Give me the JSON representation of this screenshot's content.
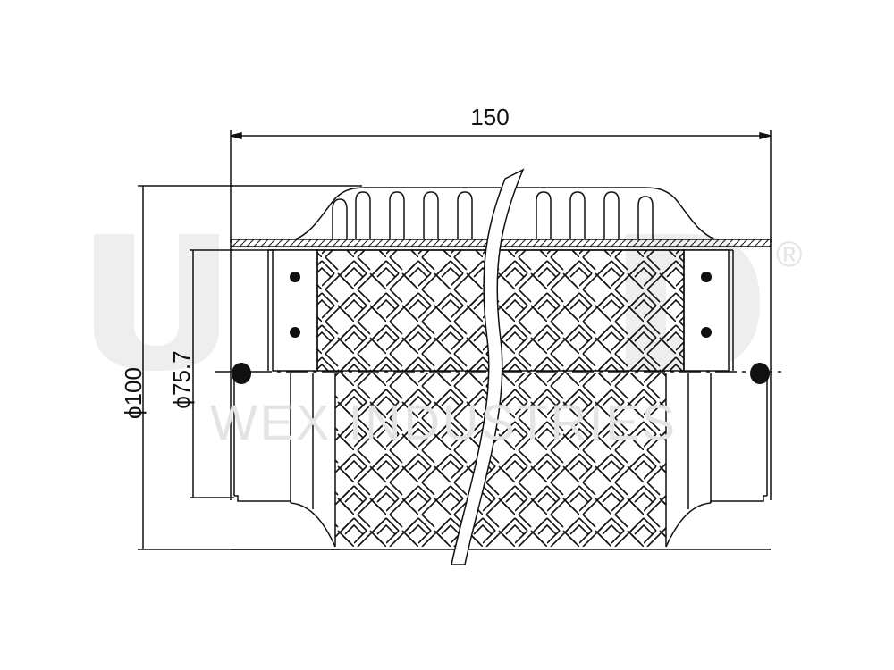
{
  "drawing": {
    "dimensions": {
      "length": "150",
      "outer_diameter": "ϕ100",
      "inner_diameter": "ϕ75.7"
    },
    "watermark": {
      "logo_text": "U      D",
      "registered_mark": "®",
      "company": "WEX INDUSTRIES"
    },
    "line_color": "#111111",
    "watermark_color": "#eeeeee"
  }
}
